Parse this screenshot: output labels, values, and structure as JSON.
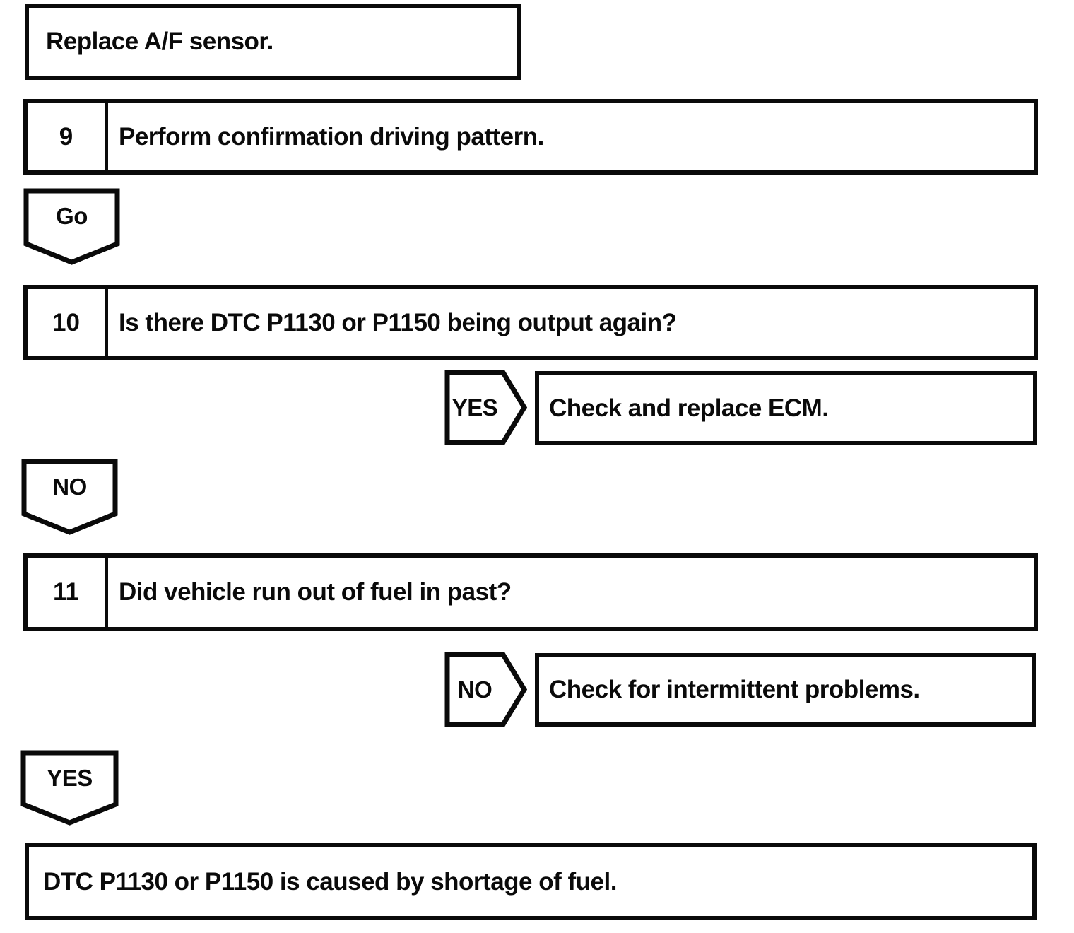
{
  "page": {
    "paper_color": "#ffffff",
    "ink_color": "#0a0a0a",
    "kind": "diagnostic-flowchart"
  },
  "nodes": {
    "replace": {
      "text": "Replace A/F sensor."
    },
    "step9": {
      "number": "9",
      "text": "Perform confirmation driving pattern."
    },
    "go": {
      "label": "Go"
    },
    "step10": {
      "number": "10",
      "text": "Is there DTC P1130 or P1150 being output again?"
    },
    "yesEcm": {
      "label": "YES",
      "text": "Check and replace ECM."
    },
    "noDown": {
      "label": "NO"
    },
    "step11": {
      "number": "11",
      "text": "Did vehicle run out of fuel in past?"
    },
    "noIntermittent": {
      "label": "NO",
      "text": "Check for intermittent problems."
    },
    "yesDown": {
      "label": "YES"
    },
    "conclusion": {
      "text": "DTC P1130 or P1150 is caused by shortage of fuel."
    }
  }
}
